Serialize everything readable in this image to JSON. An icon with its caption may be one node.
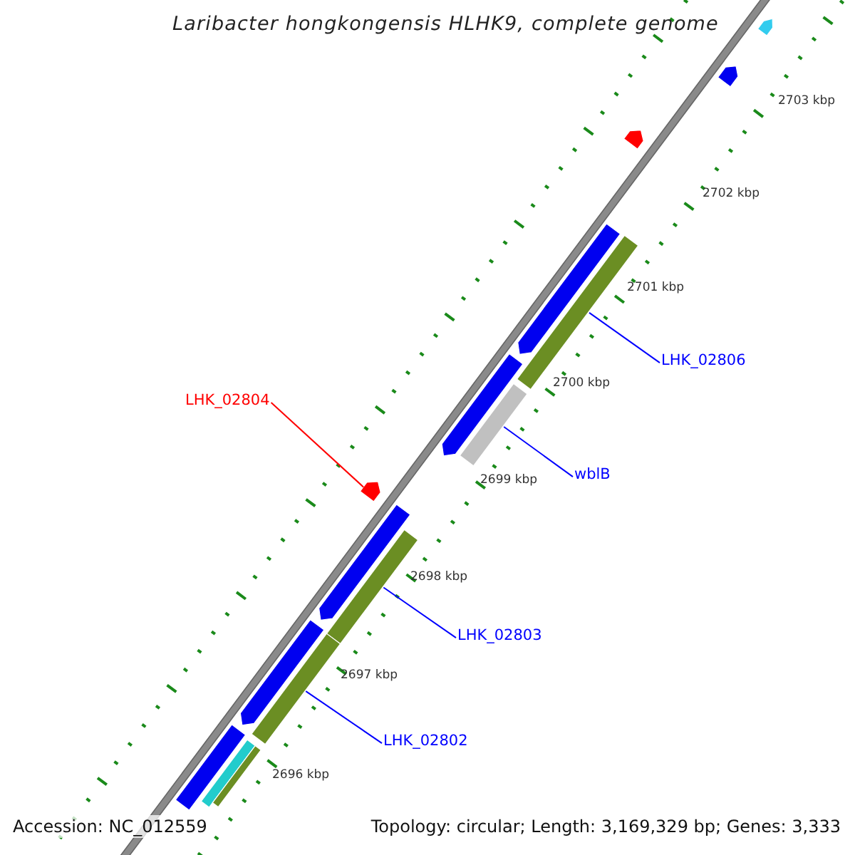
{
  "diagram": {
    "title": "Laribacter hongkongensis HLHK9, complete genome",
    "nodes": [
      {
        "text": [
          "LHK_02806"
        ]
      },
      {
        "text": [],
        "shape": "bar"
      },
      {
        "text": [
          "LHK_02804"
        ]
      },
      {
        "text": [],
        "shape": "arrow"
      },
      {
        "text": [
          "wblB"
        ]
      },
      {
        "text": [],
        "shape": "bar"
      },
      {
        "text": [
          "LHK_02803"
        ]
      },
      {
        "text": [],
        "shape": "bar"
      },
      {
        "text": [
          "LHK_02802"
        ]
      },
      {
        "text": [],
        "shape": "bar"
      },
      {
        "text": [],
        "shape": "arrow"
      },
      {
        "text": [],
        "shape": "arrow"
      },
      {
        "text": [],
        "shape": "arrow"
      },
      {
        "text": [],
        "shape": "arrow"
      },
      {
        "text": [],
        "shape": "arrow"
      },
      {
        "text": [],
        "shape": "arrow"
      },
      {
        "text": [],
        "shape": "arrow"
      },
      {
        "text": [],
        "shape": "bar"
      },
      {
        "text": [],
        "shape": "bar"
      },
      {
        "text": [],
        "shape": "bar"
      }
    ],
    "edges": [
      {
        "from": 0,
        "to": 1,
        "arrow": "none"
      },
      {
        "from": 2,
        "to": 3,
        "arrow": "none",
        "color": "#ff0000"
      },
      {
        "from": 4,
        "to": 5,
        "arrow": "none"
      },
      {
        "from": 6,
        "to": 7,
        "arrow": "none"
      },
      {
        "from": 8,
        "to": 9,
        "arrow": "none"
      }
    ],
    "labels": [
      "2703 kbp",
      "2702 kbp",
      "2701 kbp",
      "2700 kbp",
      "2699 kbp",
      "2698 kbp",
      "2697 kbp",
      "2696 kbp",
      "Accession: NC_012559",
      "Topology: circular; Length: 3,169,329 bp; Genes: 3,333"
    ]
  }
}
